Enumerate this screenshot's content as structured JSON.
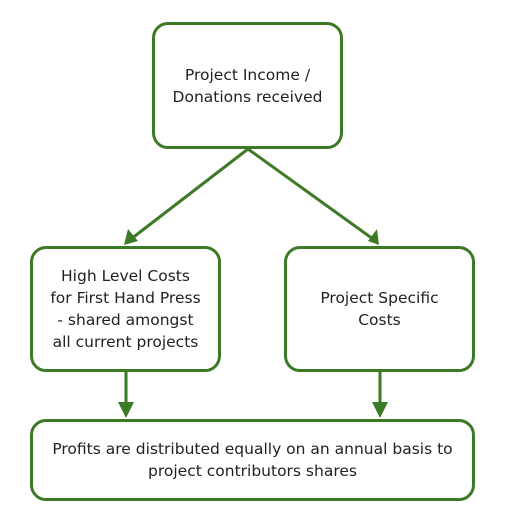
{
  "diagram": {
    "accent_color": "#3d7a26",
    "nodes": {
      "income": {
        "line1": "Project Income /",
        "line2": "Donations received"
      },
      "high_level": {
        "line1": "High Level Costs",
        "line2": "for First Hand Press",
        "line3": "- shared amongst",
        "line4": "all current projects"
      },
      "specific": {
        "line1": "Project Specific",
        "line2": "Costs"
      },
      "profits": {
        "line1": "Profits are distributed equally on an annual basis to",
        "line2": "project contributors shares"
      }
    }
  }
}
